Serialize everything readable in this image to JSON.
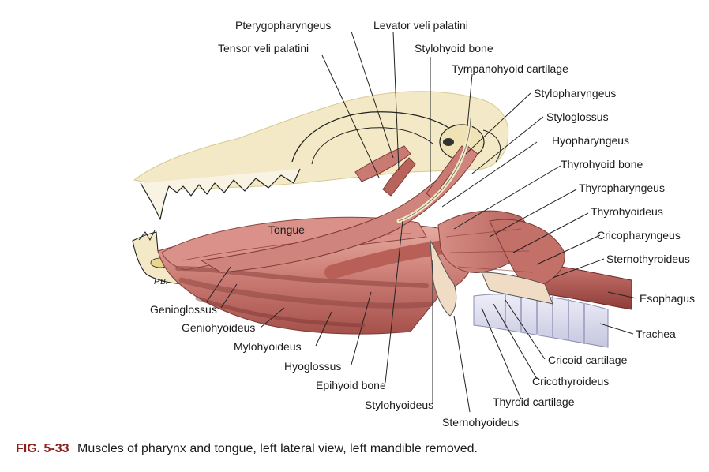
{
  "figure": {
    "fig_number": "FIG. 5-33",
    "caption": "Muscles of pharynx and tongue, left lateral view, left mandible removed.",
    "initials": "P.B."
  },
  "labels": {
    "pterygopharyngeus": "Pterygopharyngeus",
    "levator_veli_palatini": "Levator veli palatini",
    "tensor_veli_palatini": "Tensor veli palatini",
    "stylohyoid_bone": "Stylohyoid bone",
    "tympanohyoid_cartilage": "Tympanohyoid cartilage",
    "stylopharyngeus": "Stylopharyngeus",
    "styloglossus": "Styloglossus",
    "hyopharyngeus": "Hyopharyngeus",
    "thyrohyoid_bone": "Thyrohyoid bone",
    "thyropharyngeus": "Thyropharyngeus",
    "thyrohyoideus": "Thyrohyoideus",
    "cricopharyngeus": "Cricopharyngeus",
    "sternothyroideus": "Sternothyroideus",
    "esophagus": "Esophagus",
    "trachea": "Trachea",
    "cricoid_cartilage": "Cricoid cartilage",
    "cricothyroideus": "Cricothyroideus",
    "thyroid_cartilage": "Thyroid cartilage",
    "sternohyoideus": "Sternohyoideus",
    "stylohyoideus": "Stylohyoideus",
    "epihyoid_bone": "Epihyoid bone",
    "hyoglossus": "Hyoglossus",
    "mylohyoideus": "Mylohyoideus",
    "geniohyoideus": "Geniohyoideus",
    "genioglossus": "Genioglossus",
    "tongue": "Tongue"
  },
  "colors": {
    "muscle": "#c97a72",
    "muscle_dark": "#9c4a44",
    "muscle_light": "#e3a79d",
    "bone": "#f3e9c6",
    "trachea": "#dcdcef",
    "esophagus": "#b85b55",
    "caption_red": "#8b1d1d",
    "leader": "#222222"
  }
}
